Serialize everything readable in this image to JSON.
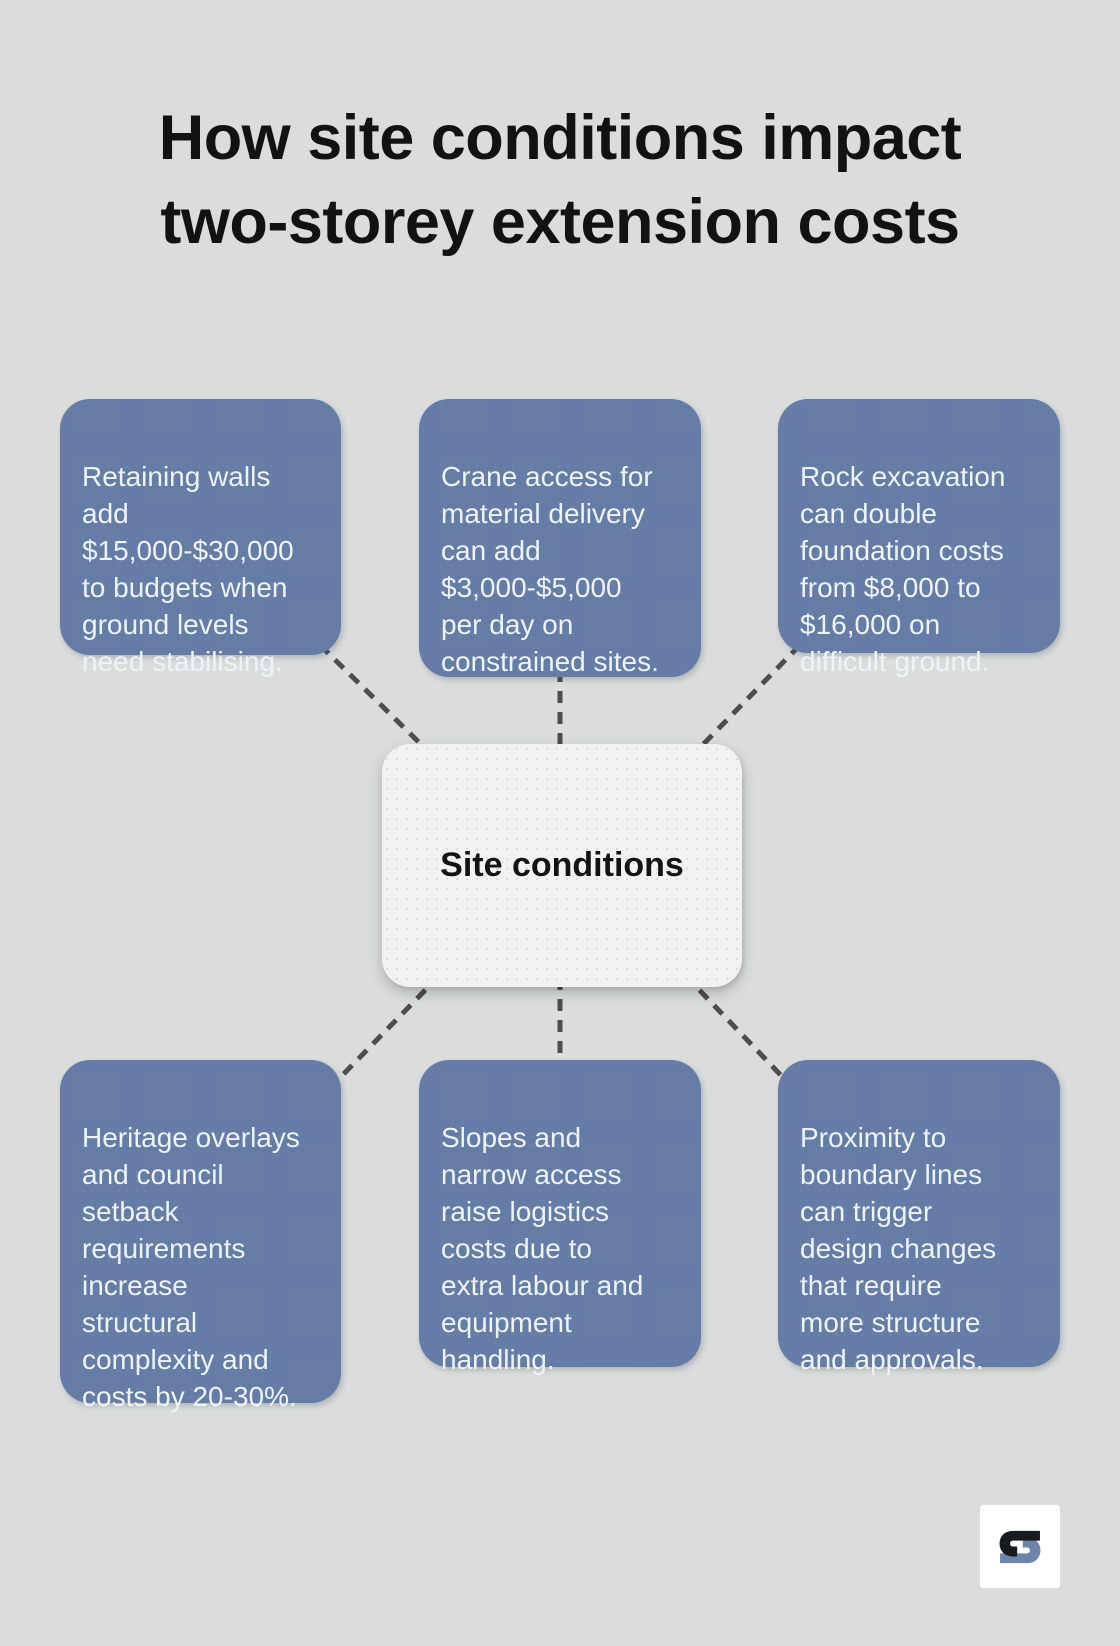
{
  "page": {
    "title": "How site conditions impact\ntwo-storey extension costs",
    "background_color": "#dadddb",
    "title_color": "#121212"
  },
  "diagram": {
    "center_node": {
      "label": "Site conditions",
      "fill": "#f1f2f1",
      "text_color": "#131313"
    },
    "connector_style": "dashed",
    "connector_color": "#4d4d4d",
    "node_fill": "#657ca6",
    "node_text_color": "#eef3f8",
    "nodes": [
      {
        "id": "top-left",
        "text": "Retaining walls\nadd\n$15,000-$30,000\nto budgets when\nground levels\nneed stabilising."
      },
      {
        "id": "top-middle",
        "text": "Crane access for\nmaterial delivery\ncan add\n$3,000-$5,000\nper day on\nconstrained sites."
      },
      {
        "id": "top-right",
        "text": "Rock excavation\ncan double\nfoundation costs\nfrom $8,000 to\n$16,000 on\ndifficult ground."
      },
      {
        "id": "bottom-left",
        "text": "Heritage overlays\nand council\nsetback\nrequirements\nincrease\nstructural\ncomplexity and\ncosts by 20-30%."
      },
      {
        "id": "bottom-middle",
        "text": "Slopes and\nnarrow access\nraise logistics\ncosts due to\nextra labour and\nequipment\nhandling."
      },
      {
        "id": "bottom-right",
        "text": "Proximity to\nboundary lines\ncan trigger\ndesign changes\nthat require\nmore structure\nand approvals."
      }
    ]
  },
  "footer": {
    "logo": {
      "icon": "s-logo",
      "dark_color": "#171a1f",
      "accent_color": "#6d84ae",
      "background": "#ffffff"
    }
  }
}
